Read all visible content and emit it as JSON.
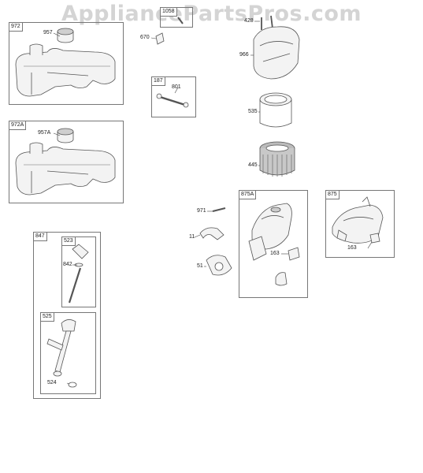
{
  "watermark": "AppliancePartsPros.com",
  "groups": {
    "g972": "972",
    "g972a": "972A",
    "g847": "847",
    "g523": "523",
    "g525": "525",
    "g1058": "1058",
    "g187": "187",
    "g875a": "875A",
    "g875": "875"
  },
  "parts": {
    "p957": "957",
    "p957a": "957A",
    "p842": "842",
    "p524": "524",
    "p670": "670",
    "p801": "801",
    "p428": "428",
    "p966": "966",
    "p535": "535",
    "p445": "445",
    "p971": "971",
    "p11": "11",
    "p51": "51",
    "p163a": "163",
    "p163b": "163"
  }
}
